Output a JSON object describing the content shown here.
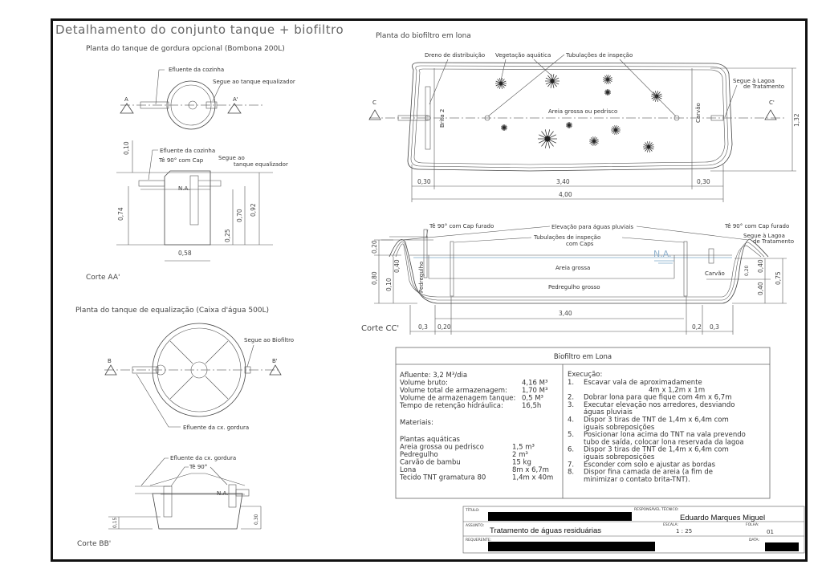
{
  "sheet": {
    "title": "Detalhamento do conjunto tanque + biofiltro"
  },
  "grease_trap": {
    "heading": "Planta do tanque de gordura opcional (Bombona 200L)",
    "plan": {
      "label_inlet": "Efluente da cozinha",
      "label_outlet": "Segue ao tanque equalizador",
      "section_left": "A",
      "section_right": "A'"
    },
    "section": {
      "caption": "Corte AA'",
      "label_inlet": "Efluente da cozinha",
      "label_tee": "Tê 90° com Cap",
      "label_outlet_1": "Segue ao",
      "label_outlet_2": "tanque equalizador",
      "water_level": "N.A.",
      "dims": {
        "top": "0,10",
        "left_height": "0,74",
        "pipe_bottom": "0,25",
        "outlet_height": "0,70",
        "total_height": "0,92",
        "width": "0,58"
      }
    }
  },
  "equalization_tank": {
    "heading": "Planta do tanque de equalização (Caixa d'água 500L)",
    "plan": {
      "label_outlet": "Segue ao Biofiltro",
      "label_inlet": "Efluente da cx. gordura",
      "section_left": "B",
      "section_right": "B'"
    },
    "section": {
      "caption": "Corte BB'",
      "label_inlet": "Efluente da cx. gordura",
      "label_tee": "Tê 90°",
      "water_level": "N.A.",
      "dims": {
        "left": "0,15",
        "right": "0,30"
      }
    }
  },
  "biofilter_plan": {
    "heading": "Planta do biofiltro em lona",
    "labels": {
      "drain": "Dreno de distribuição",
      "vegetation": "Vegetação aquática",
      "inspection": "Tubulações de inspeção",
      "outlet_1": "Segue à Lagoa",
      "outlet_2": "de Tratamento",
      "gravel": "Brita 2",
      "sand": "Areia grossa ou pedrisco",
      "charcoal": "Carvão"
    },
    "section_left": "C",
    "section_right": "C'",
    "dims": {
      "left": "0,30",
      "middle": "3,40",
      "right": "0,30",
      "total": "4,00",
      "height": "1,32"
    }
  },
  "biofilter_section": {
    "caption": "Corte CC'",
    "labels": {
      "tee_left": "Tê 90° com Cap furado",
      "rain": "Elevação para águas pluviais",
      "inspection_1": "Tubulações de inspeção",
      "inspection_2": "com Caps",
      "tee_right": "Tê 90° com Cap furado",
      "outlet_1": "Segue à Lagoa",
      "outlet_2": "de Tratamento",
      "water_level": "N.A.",
      "sand": "Areia grossa",
      "coarse_gravel": "Pedregulho grosso",
      "gravel": "Pedregulho",
      "charcoal": "Carvão"
    },
    "dims": {
      "top": "0,20",
      "depth": "0,80",
      "sand_depth": "0,40",
      "bottom": "0,10",
      "right_top": "0,40",
      "right_bottom": "0,40",
      "right_total": "0,75",
      "pipe": "0,20",
      "length": "3,40",
      "left_1": "0,3",
      "left_2": "0,20",
      "right_1": "0,2",
      "right_2": "0,3"
    }
  },
  "spec_table": {
    "title": "Biofiltro em Lona",
    "design": [
      {
        "label": "Afluente: 3,2 M³/dia",
        "value": ""
      },
      {
        "label": "Volume bruto:",
        "value": "4,16 M³"
      },
      {
        "label": "Volume total de armazenagem:",
        "value": "1,70 M³"
      },
      {
        "label": "Volume de armazenagem tanque:",
        "value": "0,5 M³"
      },
      {
        "label": "Tempo de retenção hidráulica:",
        "value": "16,5h"
      }
    ],
    "materials_title": "Materiais:",
    "materials": [
      {
        "label": "Plantas aquáticas",
        "value": ""
      },
      {
        "label": "Areia grossa ou pedrisco",
        "value": "1,5 m³"
      },
      {
        "label": "Pedregulho",
        "value": "2 m³"
      },
      {
        "label": "Carvão de bambu",
        "value": "15 kg"
      },
      {
        "label": "Lona",
        "value": "8m x 6,7m"
      },
      {
        "label": "Tecido TNT gramatura 80",
        "value": "1,4m x 40m"
      }
    ],
    "execution_title": "Execução:",
    "execution": [
      {
        "n": "1.",
        "lines": [
          "Escavar vala de aproximadamente",
          "                              4m x 1,2m x 1m"
        ]
      },
      {
        "n": "2.",
        "lines": [
          "Dobrar lona para que fique com 4m x 6,7m"
        ]
      },
      {
        "n": "3.",
        "lines": [
          "Executar elevação nos arredores, desviando",
          "águas pluviais"
        ]
      },
      {
        "n": "4.",
        "lines": [
          "Dispor 3 tiras de TNT de 1,4m x 6,4m com",
          "iguais sobreposições"
        ]
      },
      {
        "n": "5.",
        "lines": [
          "Posicionar lona acima do TNT na vala prevendo",
          "tubo de saída, colocar lona reservada da lagoa"
        ]
      },
      {
        "n": "6.",
        "lines": [
          "Dispor 3 tiras de TNT de 1,4m x 6,4m com",
          "iguais sobreposições"
        ]
      },
      {
        "n": "7.",
        "lines": [
          "Esconder com solo e ajustar as bordas"
        ]
      },
      {
        "n": "8.",
        "lines": [
          "Dispor fina camada de areia (a fim de",
          "minimizar o contato brita-TNT)."
        ]
      }
    ]
  },
  "title_block": {
    "titulo_label": "TÍTULO:",
    "responsavel_label": "RESPONSÁVEL TÉCNICO:",
    "responsavel_value": "Eduardo Marques Miguel",
    "assunto_label": "ASSUNTO:",
    "assunto_value": "Tratamento de águas residuárias",
    "escala_label": "ESCALA:",
    "escala_value": "1 : 25",
    "folha_label": "FOLHA:",
    "folha_value": "01",
    "requerente_label": "REQUERENTE:",
    "data_label": "DATA:"
  }
}
